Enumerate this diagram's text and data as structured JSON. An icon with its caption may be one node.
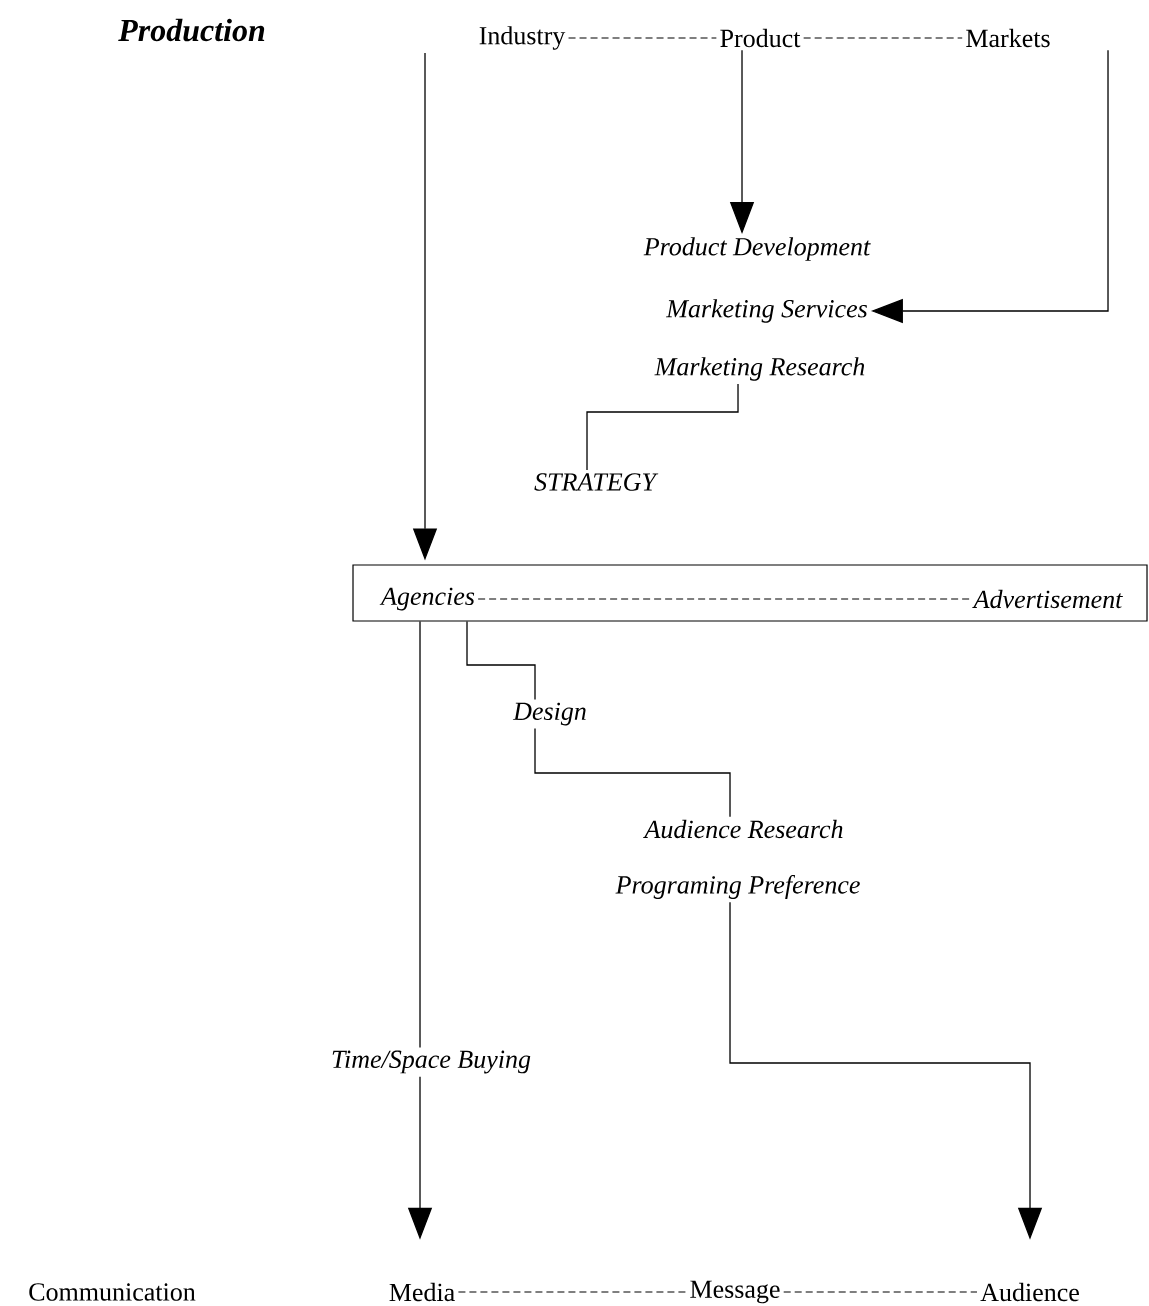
{
  "diagram": {
    "nodes": [
      {
        "text": [
          "Industry"
        ]
      },
      {
        "text": [
          "Product"
        ]
      },
      {
        "text": [
          "Markets"
        ]
      },
      {
        "text": [
          "Product Development"
        ]
      },
      {
        "text": [
          "Marketing Services"
        ]
      },
      {
        "text": [
          "Marketing Research"
        ]
      },
      {
        "text": [
          "STRATEGY"
        ]
      },
      {
        "text": [],
        "shape": "box"
      },
      {
        "text": [
          "Agencies"
        ],
        "in": 7
      },
      {
        "text": [
          "Advertisement"
        ],
        "in": 7
      },
      {
        "text": [
          "Design"
        ]
      },
      {
        "text": [
          "Audience Research"
        ]
      },
      {
        "text": [
          "Programing Preference"
        ]
      },
      {
        "text": [
          "Time/Space Buying"
        ]
      },
      {
        "text": [
          "Media"
        ]
      },
      {
        "text": [
          "Message"
        ]
      },
      {
        "text": [
          "Audience"
        ]
      }
    ],
    "edges": [
      {
        "from": 0,
        "to": 1,
        "arrow": "none",
        "style": "dashed"
      },
      {
        "from": 1,
        "to": 2,
        "arrow": "none",
        "style": "dashed"
      },
      {
        "from": 0,
        "to": 7,
        "arrow": "to"
      },
      {
        "from": 1,
        "to": 3,
        "arrow": "to"
      },
      {
        "from": 2,
        "to": 4,
        "arrow": "to"
      },
      {
        "from": 5,
        "to": 6,
        "arrow": "none"
      },
      {
        "from": 8,
        "to": 9,
        "arrow": "none",
        "style": "dashed"
      },
      {
        "from": 7,
        "to": 10,
        "arrow": "none"
      },
      {
        "from": 10,
        "to": 11,
        "arrow": "none"
      },
      {
        "from": 12,
        "to": 16,
        "arrow": "to"
      },
      {
        "from": 7,
        "to": 13,
        "arrow": "none"
      },
      {
        "from": 13,
        "to": 14,
        "arrow": "to"
      },
      {
        "from": 14,
        "to": 15,
        "arrow": "none",
        "style": "dashed"
      },
      {
        "from": 15,
        "to": 16,
        "arrow": "none",
        "style": "dashed"
      }
    ],
    "labels": [
      "Production",
      "Communication"
    ]
  }
}
